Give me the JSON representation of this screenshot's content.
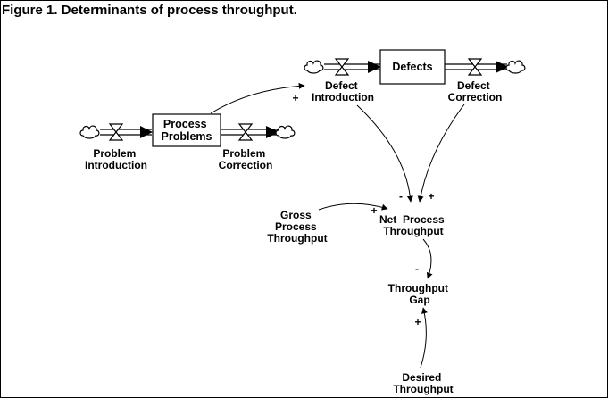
{
  "figure": {
    "title": "Figure 1.  Determinants of process throughput."
  },
  "stocks": {
    "process_problems": [
      "Process",
      "Problems"
    ],
    "defects": [
      "Defects"
    ]
  },
  "flows": {
    "problem_introduction": [
      "Problem",
      "Introduction"
    ],
    "problem_correction": [
      "Problem",
      "Correction"
    ],
    "defect_introduction": [
      "Defect",
      "Introduction"
    ],
    "defect_correction": [
      "Defect",
      "Correction"
    ]
  },
  "variables": {
    "gross_process_throughput": [
      "Gross",
      "Process",
      "Throughput"
    ],
    "net_process_throughput": [
      "Net  Process",
      "Throughput"
    ],
    "throughput_gap": [
      "Throughput",
      "Gap"
    ],
    "desired_throughput": [
      "Desired",
      "Throughput"
    ]
  },
  "link_polarities": {
    "problems_to_defect_introduction": "+",
    "defect_introduction_to_net": "-",
    "defect_correction_to_net": "+",
    "gross_to_net": "+",
    "net_to_gap": "-",
    "desired_to_gap": "+"
  }
}
